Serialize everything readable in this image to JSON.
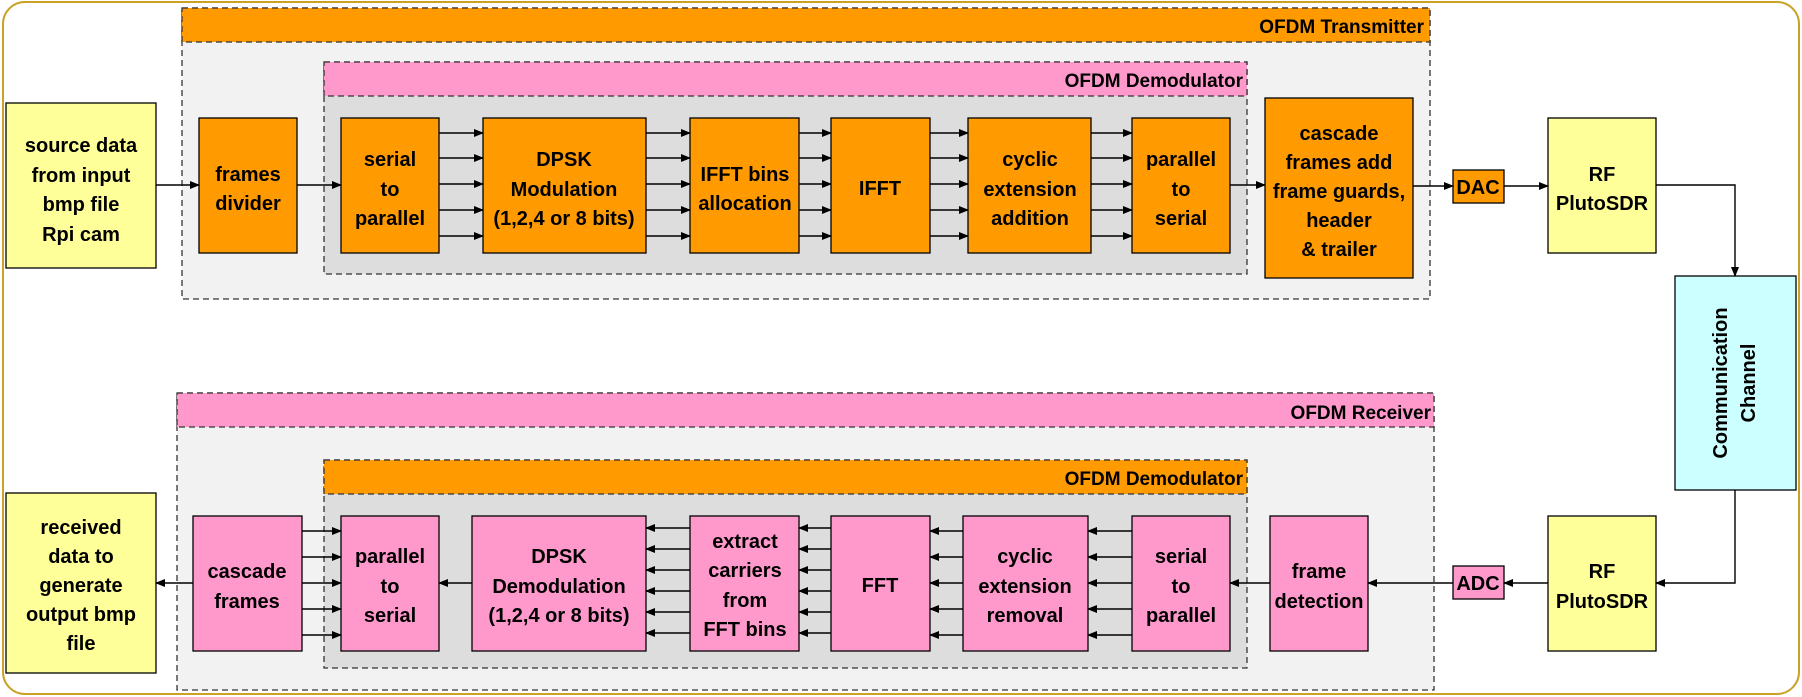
{
  "diagram": {
    "transmitter": {
      "title": "OFDM Transmitter",
      "inner_title": "OFDM Demodulator",
      "source": [
        "source data",
        "from input",
        "bmp file",
        "Rpi cam"
      ],
      "frames_divider": [
        "frames",
        "divider"
      ],
      "serial_to_parallel": [
        "serial",
        "to",
        "parallel"
      ],
      "dpsk_mod": [
        "DPSK",
        "Modulation",
        "(1,2,4 or 8 bits)"
      ],
      "ifft_bins": [
        "IFFT bins",
        "allocation"
      ],
      "ifft": [
        "IFFT"
      ],
      "cyclic_add": [
        "cyclic",
        "extension",
        "addition"
      ],
      "parallel_to_serial": [
        "parallel",
        "to",
        "serial"
      ],
      "cascade": [
        "cascade",
        "frames add",
        "frame guards,",
        "header",
        "& trailer"
      ],
      "dac": "DAC",
      "rf": [
        "RF",
        "PlutoSDR"
      ]
    },
    "channel": [
      "Communication",
      "Channel"
    ],
    "receiver": {
      "title": "OFDM Receiver",
      "inner_title": "OFDM Demodulator",
      "output": [
        "received",
        "data to",
        "generate",
        "output bmp",
        "file"
      ],
      "cascade_frames": [
        "cascade",
        "frames"
      ],
      "parallel_to_serial": [
        "parallel",
        "to",
        "serial"
      ],
      "dpsk_demod": [
        "DPSK",
        "Demodulation",
        "(1,2,4 or 8 bits)"
      ],
      "extract": [
        "extract",
        "carriers",
        "from",
        "FFT bins"
      ],
      "fft": [
        "FFT"
      ],
      "cyclic_removal": [
        "cyclic",
        "extension",
        "removal"
      ],
      "serial_to_parallel": [
        "serial",
        "to",
        "parallel"
      ],
      "frame_detection": [
        "frame",
        "detection"
      ],
      "adc": "ADC",
      "rf": [
        "RF",
        "PlutoSDR"
      ]
    },
    "colors": {
      "orange": "#FF9A00",
      "pink": "#FF99CC",
      "yellow": "#FFFF99",
      "cyan": "#CCFFFF",
      "gold_border": "#C9A227",
      "panel_gray": "#F2F2F2",
      "inner_gray": "#DDDDDD"
    }
  }
}
